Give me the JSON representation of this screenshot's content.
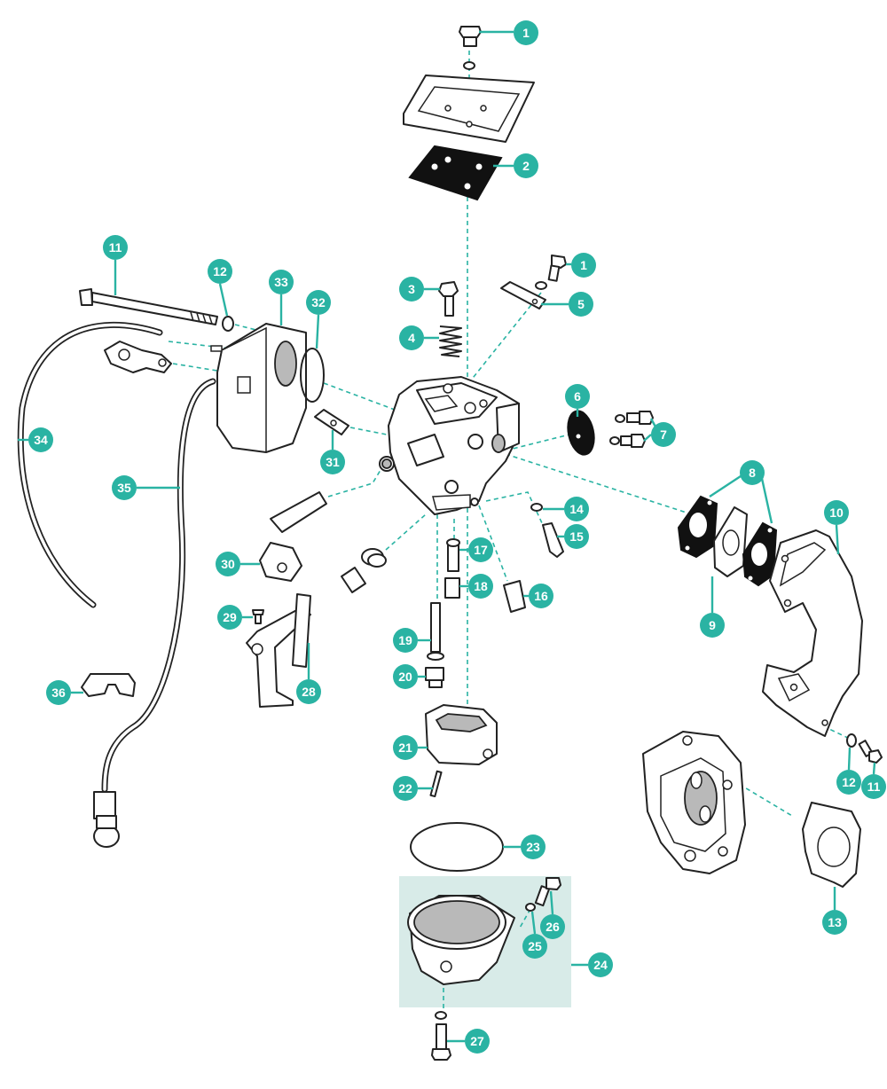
{
  "colors": {
    "accent": "#2ab3a3",
    "highlight_box": "#d8ebe8",
    "line": "#222222"
  },
  "callouts": [
    {
      "id": "c1a",
      "label": "1"
    },
    {
      "id": "c2",
      "label": "2"
    },
    {
      "id": "c1b",
      "label": "1"
    },
    {
      "id": "c3",
      "label": "3"
    },
    {
      "id": "c5",
      "label": "5"
    },
    {
      "id": "c4",
      "label": "4"
    },
    {
      "id": "c6",
      "label": "6"
    },
    {
      "id": "c7",
      "label": "7"
    },
    {
      "id": "c8",
      "label": "8"
    },
    {
      "id": "c9",
      "label": "9"
    },
    {
      "id": "c10",
      "label": "10"
    },
    {
      "id": "c11a",
      "label": "11"
    },
    {
      "id": "c12a",
      "label": "12"
    },
    {
      "id": "c33",
      "label": "33"
    },
    {
      "id": "c32",
      "label": "32"
    },
    {
      "id": "c34",
      "label": "34"
    },
    {
      "id": "c35",
      "label": "35"
    },
    {
      "id": "c31",
      "label": "31"
    },
    {
      "id": "c30",
      "label": "30"
    },
    {
      "id": "c14",
      "label": "14"
    },
    {
      "id": "c15",
      "label": "15"
    },
    {
      "id": "c17",
      "label": "17"
    },
    {
      "id": "c18",
      "label": "18"
    },
    {
      "id": "c16",
      "label": "16"
    },
    {
      "id": "c29",
      "label": "29"
    },
    {
      "id": "c28",
      "label": "28"
    },
    {
      "id": "c19",
      "label": "19"
    },
    {
      "id": "c20",
      "label": "20"
    },
    {
      "id": "c36",
      "label": "36"
    },
    {
      "id": "c21",
      "label": "21"
    },
    {
      "id": "c22",
      "label": "22"
    },
    {
      "id": "c23",
      "label": "23"
    },
    {
      "id": "c12b",
      "label": "12"
    },
    {
      "id": "c11b",
      "label": "11"
    },
    {
      "id": "c13",
      "label": "13"
    },
    {
      "id": "c26",
      "label": "26"
    },
    {
      "id": "c25",
      "label": "25"
    },
    {
      "id": "c24",
      "label": "24"
    },
    {
      "id": "c27",
      "label": "27"
    }
  ]
}
